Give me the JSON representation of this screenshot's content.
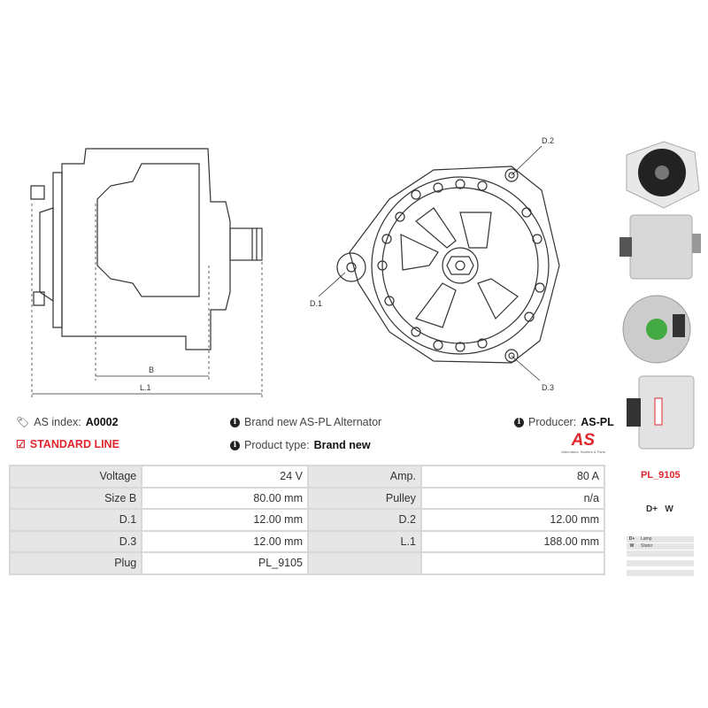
{
  "drawing": {
    "label_b": "B",
    "label_l1": "L.1",
    "label_d1": "D.1",
    "label_d2": "D.2",
    "label_d3": "D.3"
  },
  "info": {
    "as_index_label": "AS index:",
    "as_index_value": "A0002",
    "line": "STANDARD LINE",
    "description": "Brand new AS-PL Alternator",
    "product_type_label": "Product type:",
    "product_type_value": "Brand new",
    "producer_label": "Producer:",
    "producer_value": "AS-PL"
  },
  "logo": {
    "text": "AS",
    "tagline": "Alternators, Starters & Parts"
  },
  "specs": [
    [
      "Voltage",
      "24 V",
      "Amp.",
      "80 A"
    ],
    [
      "Size B",
      "80.00 mm",
      "Pulley",
      "n/a"
    ],
    [
      "D.1",
      "12.00 mm",
      "D.2",
      "12.00 mm"
    ],
    [
      "D.3",
      "12.00 mm",
      "L.1",
      "188.00 mm"
    ],
    [
      "Plug",
      "PL_9105",
      "",
      ""
    ]
  ],
  "plug": {
    "name": "PL_9105",
    "terminals": "D+   W",
    "rows": [
      [
        "D+",
        "Lamp"
      ],
      [
        "W",
        "Stator"
      ],
      [
        "",
        ""
      ],
      [
        "",
        ""
      ],
      [
        "",
        ""
      ]
    ]
  },
  "colors": {
    "accent": "#e0262c"
  }
}
